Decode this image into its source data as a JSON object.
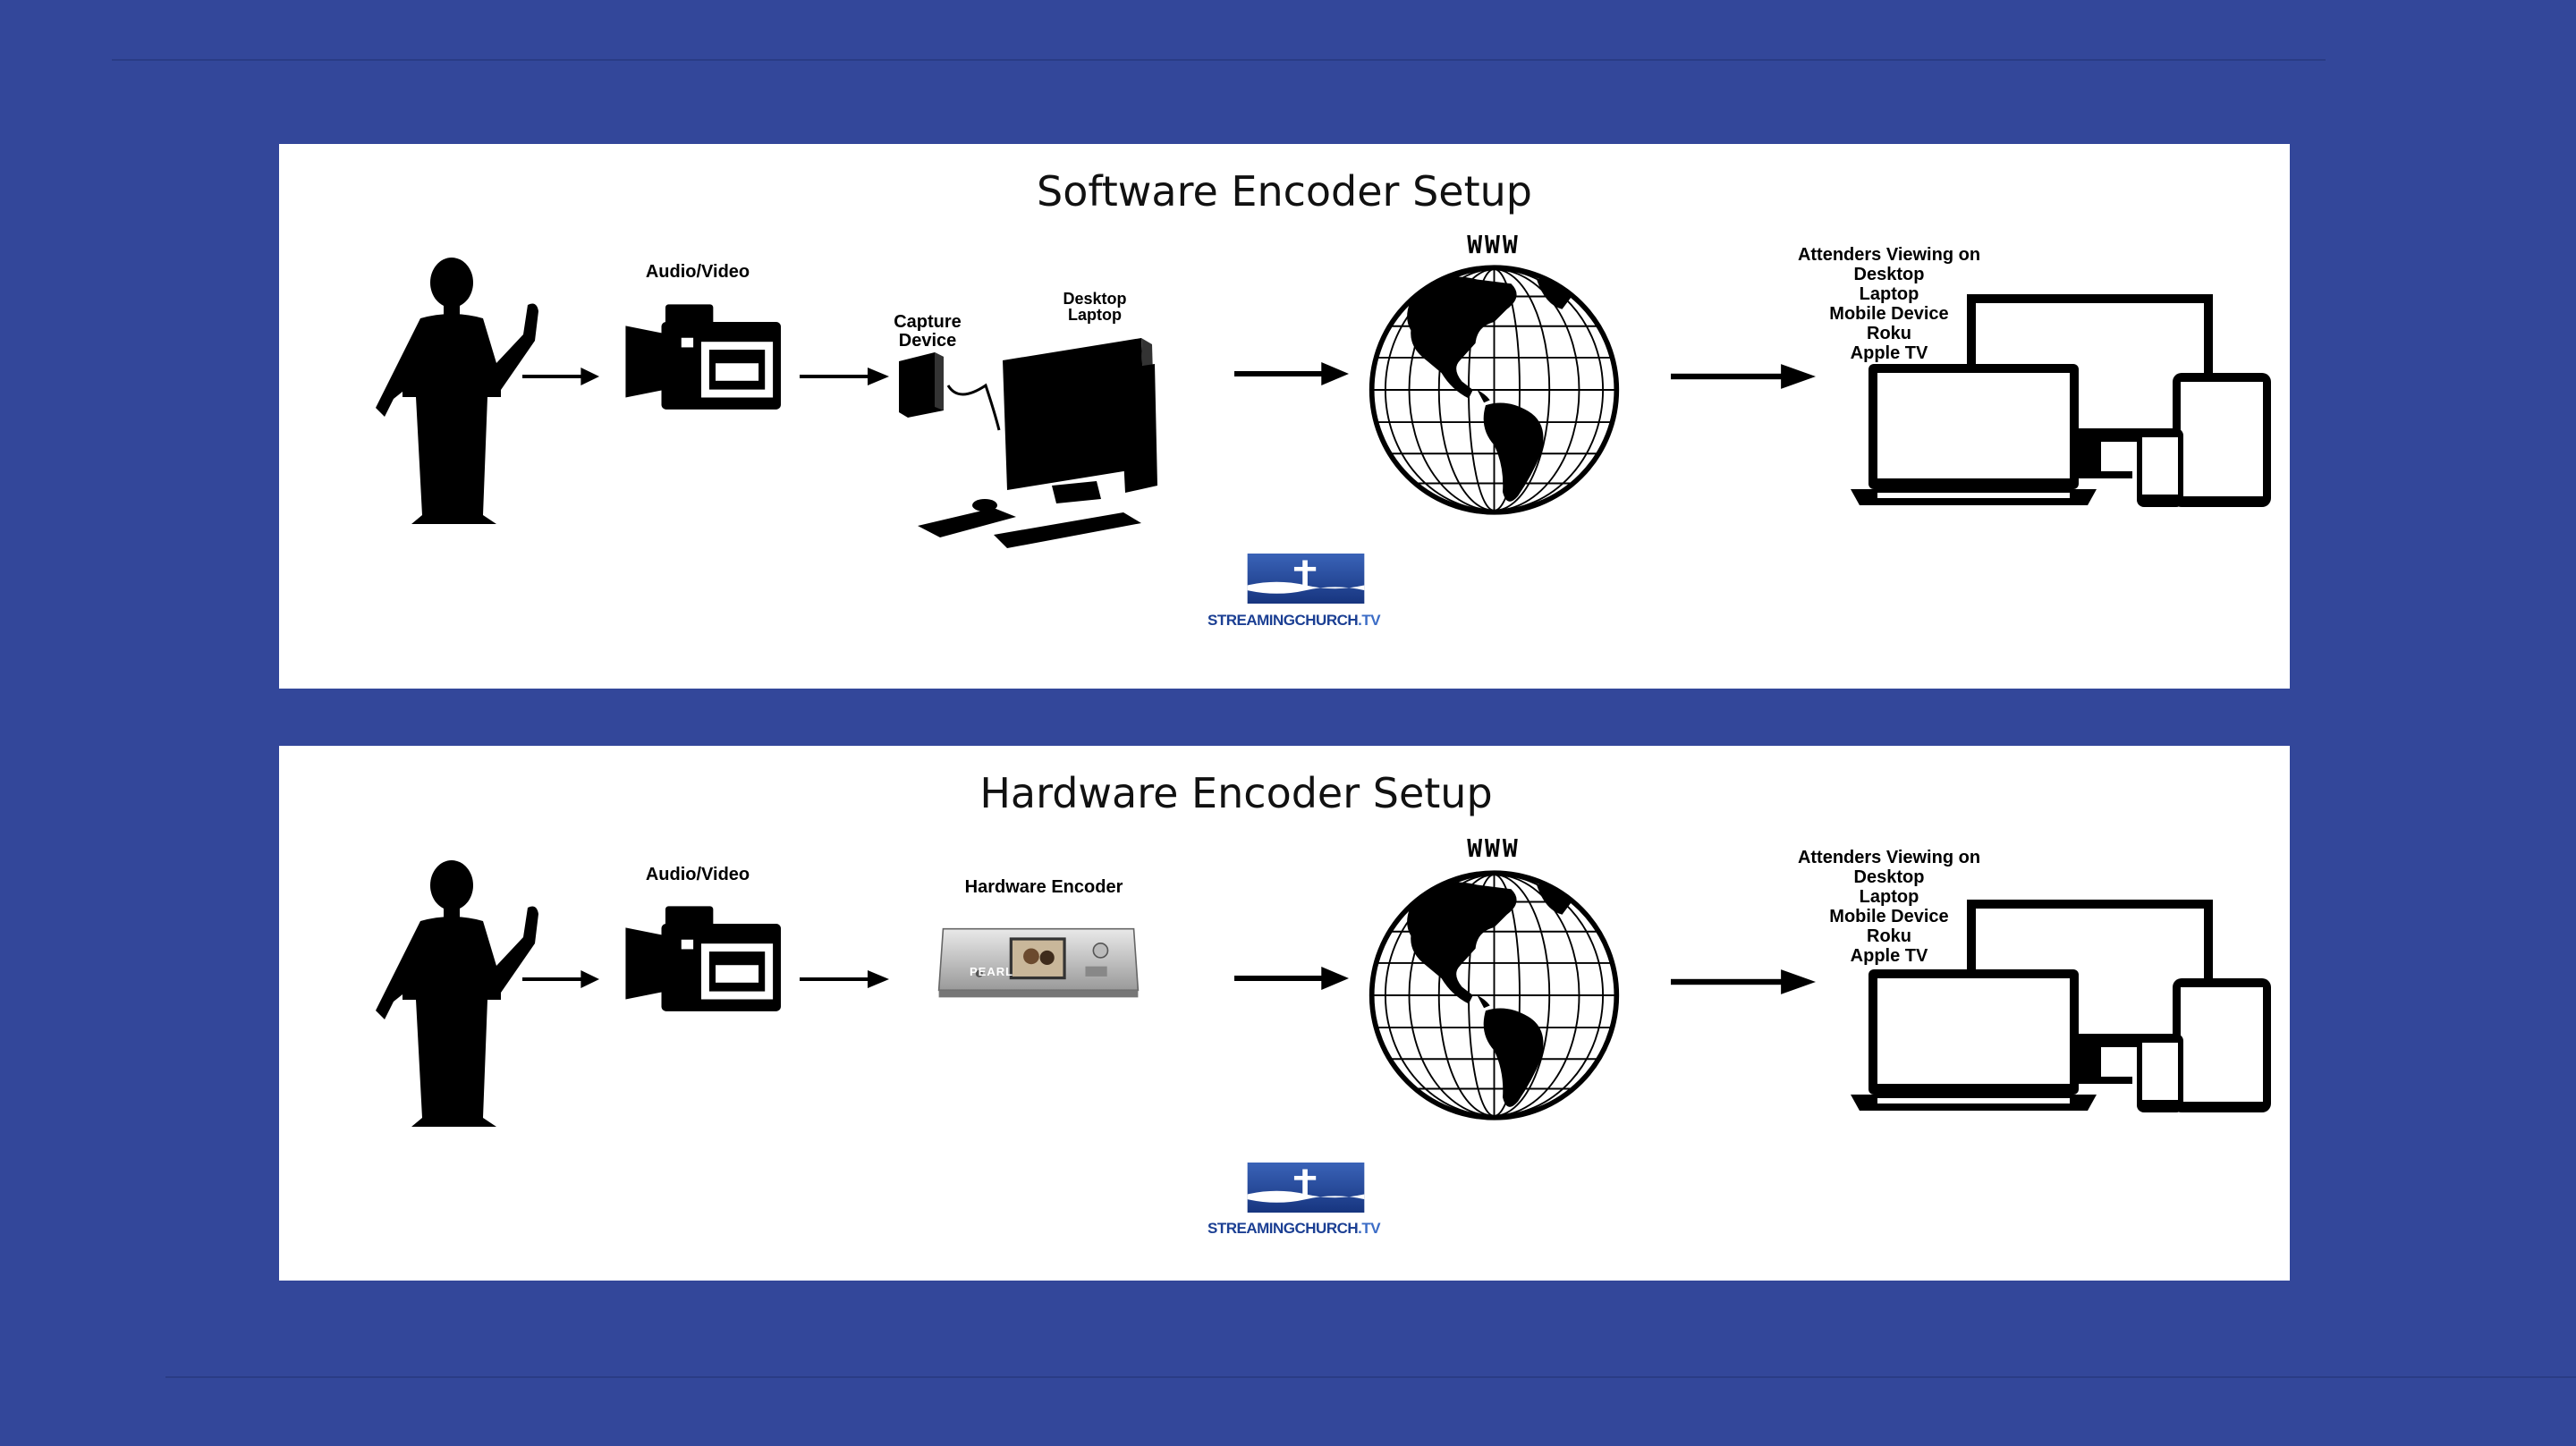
{
  "colors": {
    "background": "#33479a",
    "panel": "#ffffff",
    "ink": "#000000",
    "logo_blue": "#1b3f93"
  },
  "panels": [
    {
      "title": "Software Encoder Setup",
      "stage1_label": "Audio/Video",
      "capture_label_line1": "Capture",
      "capture_label_line2": "Device",
      "computer_label_line1": "Desktop",
      "computer_label_line2": "Laptop",
      "www_label": "WWW",
      "viewers_heading": "Attenders Viewing on",
      "viewer_devices": [
        "Desktop",
        "Laptop",
        "Mobile Device",
        "Roku",
        "Apple TV"
      ],
      "logo": {
        "prefix": "STREAMINGCHURCH",
        "suffix": ".TV"
      }
    },
    {
      "title": "Hardware Encoder Setup",
      "stage1_label": "Audio/Video",
      "encoder_label": "Hardware Encoder",
      "encoder_brand": "PEARL",
      "www_label": "WWW",
      "viewers_heading": "Attenders Viewing on",
      "viewer_devices": [
        "Desktop",
        "Laptop",
        "Mobile Device",
        "Roku",
        "Apple TV"
      ],
      "logo": {
        "prefix": "STREAMINGCHURCH",
        "suffix": ".TV"
      }
    }
  ]
}
